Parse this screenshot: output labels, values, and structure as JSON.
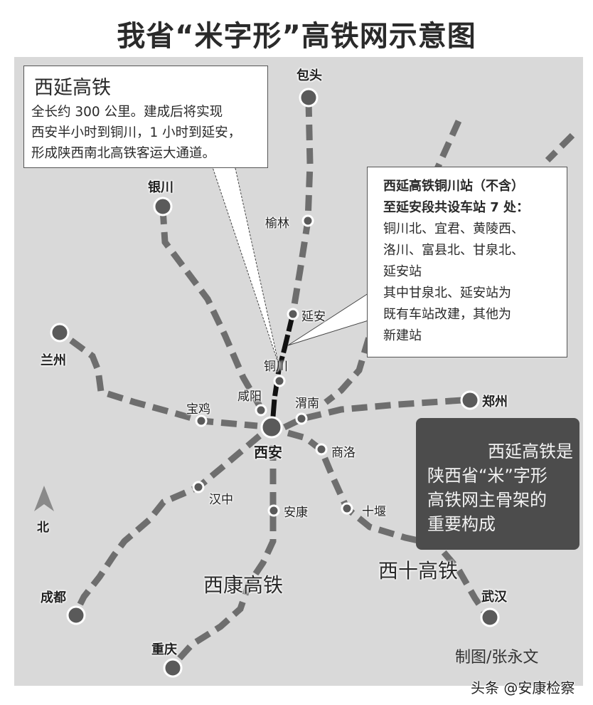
{
  "title": "我省“米字形”高铁网示意图",
  "colors": {
    "map_background": "#d9d9d9",
    "route_dashed": "#6e6e6e",
    "route_xiyan": "#111111",
    "city_dot": "#5a5a5a",
    "dark_box": "#4c4c4c"
  },
  "callout_left": {
    "title": "西延高铁",
    "lines": [
      "全长约 300 公里。建成后将实现",
      "西安半小时到铜川，1 小时到延安，",
      "形成陕西南北高铁客运大通道。"
    ]
  },
  "callout_right": {
    "bold_lines": [
      "西延高铁铜川站（不含）",
      "至延安段共设车站 7 处："
    ],
    "stations_lines": [
      "铜川北、宜君、黄陵西、",
      "洛川、富县北、甘泉北、",
      "延安站"
    ],
    "note_lines": [
      "其中甘泉北、延安站为",
      "既有车站改建，其他为",
      "新建站"
    ]
  },
  "dark_box": {
    "lines": [
      "西延高铁是",
      "陕西省“米”字形",
      "高铁网主骨架的",
      "重要构成"
    ]
  },
  "cities": {
    "xian": "西安",
    "baotou": "包头",
    "yulin": "榆林",
    "yanan": "延安",
    "tongchuan": "铜川",
    "yinchuan": "银川",
    "lanzhou": "兰州",
    "baoji": "宝鸡",
    "xianyang": "咸阳",
    "weinan": "渭南",
    "zhengzhou": "郑州",
    "shangluo": "商洛",
    "shiyan": "十堰",
    "wuhan": "武汉",
    "hanzhong": "汉中",
    "ankang": "安康",
    "chengdu": "成都",
    "chongqing": "重庆"
  },
  "line_labels": {
    "xikang": "西康高铁",
    "xishi": "西十高铁"
  },
  "compass": {
    "label": "北",
    "icon": "north-arrow-icon"
  },
  "credit": "制图/张永文",
  "watermark": "头条 @安康检察"
}
